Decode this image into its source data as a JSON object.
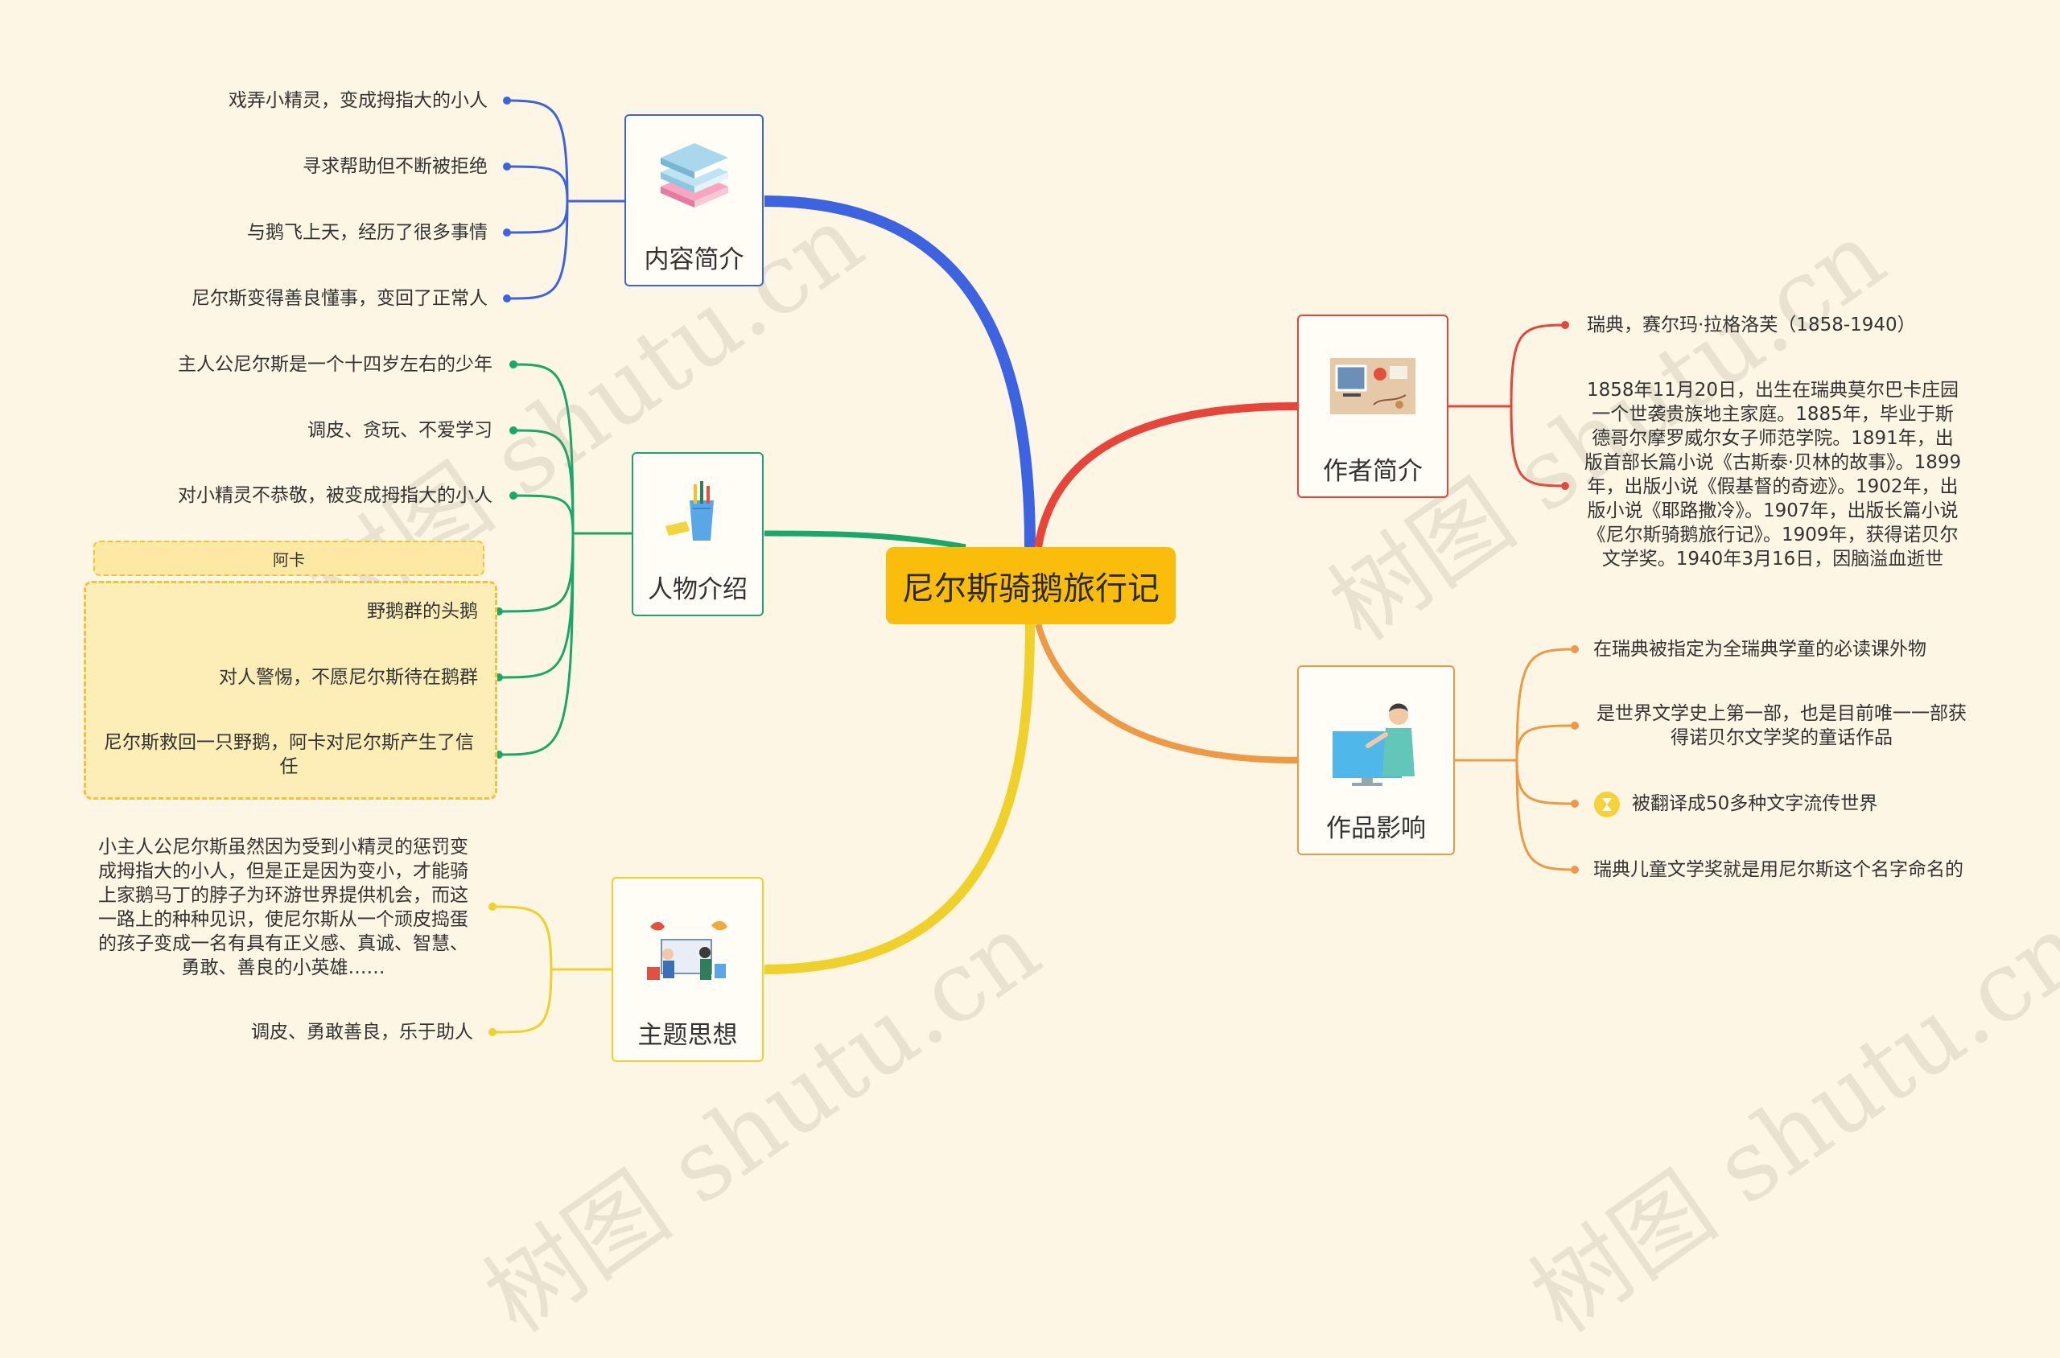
{
  "root": {
    "label": "尼尔斯骑鹅旅行记"
  },
  "colors": {
    "content": "#3e63e1",
    "people": "#1aa86a",
    "theme": "#f0d12a",
    "author": "#e8453a",
    "influence": "#ee9a45"
  },
  "branches": {
    "content": {
      "label": "内容简介",
      "icon": "books-icon",
      "items": [
        "戏弄小精灵，变成拇指大的小人",
        "寻求帮助但不断被拒绝",
        "与鹅飞上天，经历了很多事情",
        "尼尔斯变得善良懂事，变回了正常人"
      ]
    },
    "people": {
      "label": "人物介绍",
      "icon": "pencil-cup-icon",
      "items": [
        "主人公尼尔斯是一个十四岁左右的少年",
        "调皮、贪玩、不爱学习",
        "对小精灵不恭敬，被变成拇指大的小人"
      ],
      "group_title": "阿卡",
      "group_items": [
        "野鹅群的头鹅",
        "对人警惕，不愿尼尔斯待在鹅群",
        "尼尔斯救回一只野鹅，阿卡对尼尔斯产生了信任"
      ]
    },
    "theme": {
      "label": "主题思想",
      "icon": "team-icon",
      "items": [
        "小主人公尼尔斯虽然因为受到小精灵的惩罚变成拇指大的小人，但是正是因为变小，才能骑上家鹅马丁的脖子为环游世界提供机会，而这一路上的种种见识，使尼尔斯从一个顽皮捣蛋的孩子变成一名有具有正义感、真诚、智慧、勇敢、善良的小英雄……",
        "调皮、勇敢善良，乐于助人"
      ]
    },
    "author": {
      "label": "作者简介",
      "icon": "desk-photo-icon",
      "items": [
        "瑞典，赛尔玛·拉格洛芙（1858-1940）",
        "1858年11月20日，出生在瑞典莫尔巴卡庄园一个世袭贵族地主家庭。1885年，毕业于斯德哥尔摩罗威尔女子师范学院。1891年，出版首部长篇小说《古斯泰·贝林的故事》。1899年，出版小说《假基督的奇迹》。1902年，出版小说《耶路撒冷》。1907年，出版长篇小说《尼尔斯骑鹅旅行记》。1909年，获得诺贝尔文学奖。1940年3月16日，因脑溢血逝世"
      ]
    },
    "influence": {
      "label": "作品影响",
      "icon": "teacher-icon",
      "items": [
        "在瑞典被指定为全瑞典学童的必读课外物",
        "是世界文学史上第一部，也是目前唯一一部获得诺贝尔文学奖的童话作品",
        "被翻译成50多种文字流传世界",
        "瑞典儿童文学奖就是用尼尔斯这个名字命名的"
      ]
    }
  },
  "watermark": "树图 shutu.cn"
}
